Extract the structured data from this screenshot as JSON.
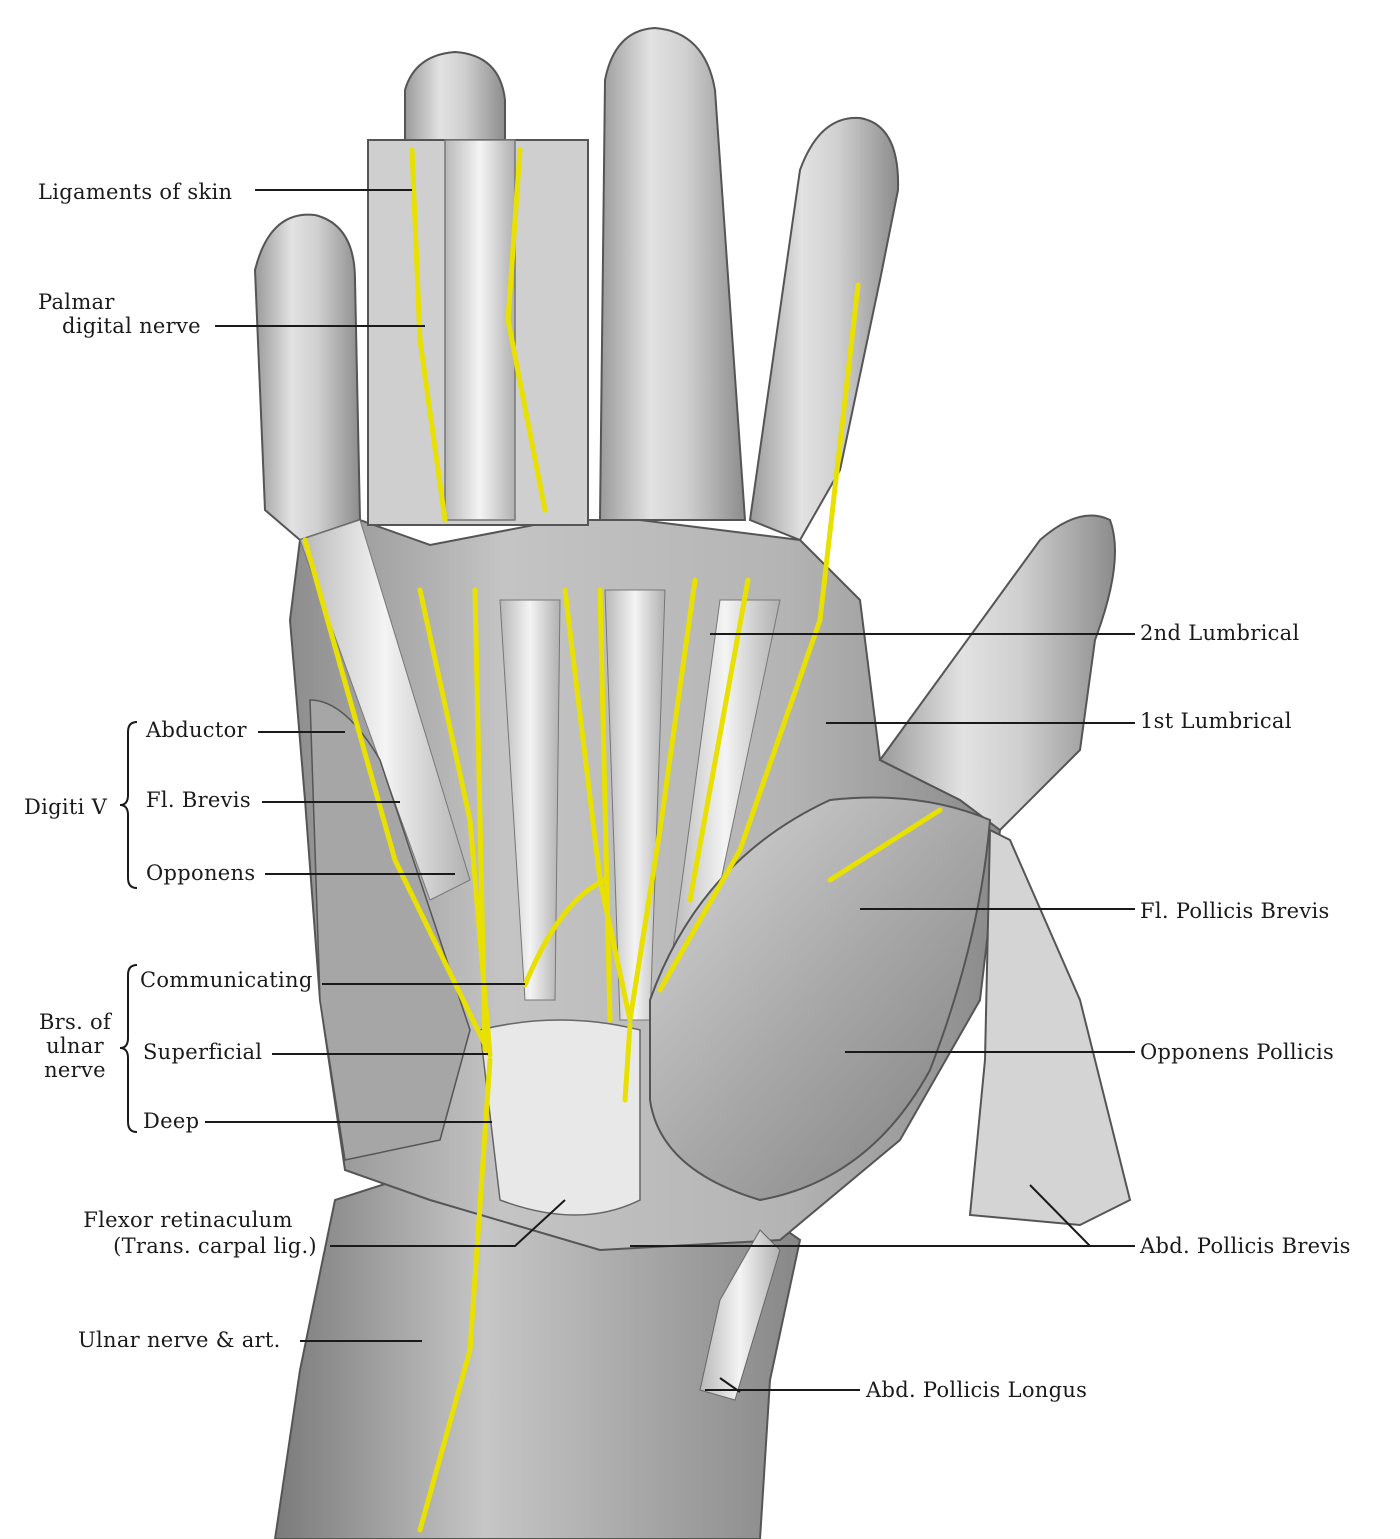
{
  "labels": {
    "ligaments_of_skin": "Ligaments of skin",
    "palmar_digital_nerve_1": "Palmar",
    "palmar_digital_nerve_2": "digital nerve",
    "digiti_v": "Digiti V",
    "abductor": "Abductor",
    "fl_brevis": "Fl. Brevis",
    "opponens": "Opponens",
    "brs_1": "Brs. of",
    "brs_2": "ulnar",
    "brs_3": "nerve",
    "communicating": "Communicating",
    "superficial": "Superficial",
    "deep": "Deep",
    "flexor_ret_1": "Flexor retinaculum",
    "flexor_ret_2": "(Trans. carpal lig.)",
    "ulnar_nerve_art": "Ulnar nerve & art.",
    "second_lumbrical": "2nd Lumbrical",
    "first_lumbrical": "1st Lumbrical",
    "fl_pollicis_brevis": "Fl. Pollicis Brevis",
    "opponens_pollicis": "Opponens Pollicis",
    "abd_pollicis_brevis": "Abd. Pollicis Brevis",
    "abd_pollicis_longus": "Abd. Pollicis Longus"
  },
  "colors": {
    "nerve": "#e8e000",
    "nerve_outline": "#9a9000",
    "ink": "#1a1a1a",
    "skin_light": "#e6e6e6",
    "skin_mid": "#bdbdbd",
    "skin_dark": "#8a8a8a",
    "tendon": "#f2f2f2"
  }
}
